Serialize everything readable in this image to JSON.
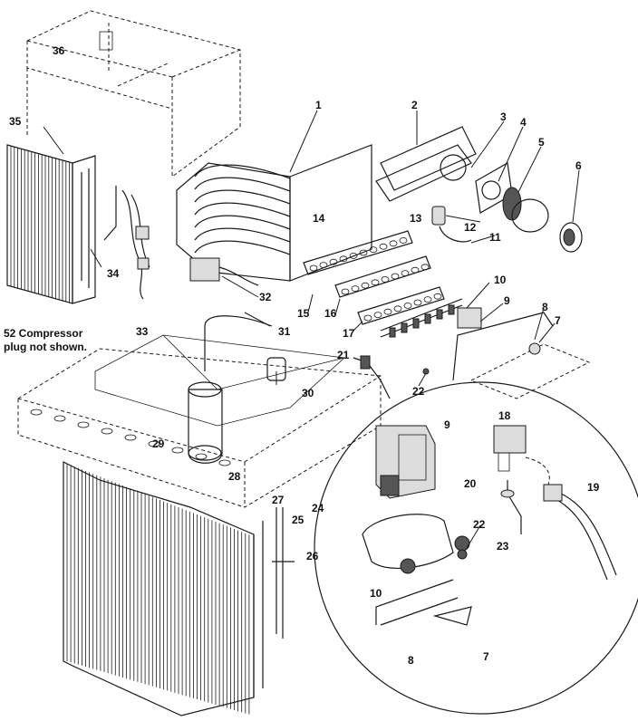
{
  "callouts": [
    {
      "id": "36",
      "text": "36"
    },
    {
      "id": "35",
      "text": "35"
    },
    {
      "id": "1",
      "text": "1"
    },
    {
      "id": "2",
      "text": "2"
    },
    {
      "id": "3",
      "text": "3"
    },
    {
      "id": "4",
      "text": "4"
    },
    {
      "id": "5",
      "text": "5"
    },
    {
      "id": "6",
      "text": "6"
    },
    {
      "id": "14",
      "text": "14"
    },
    {
      "id": "13",
      "text": "13"
    },
    {
      "id": "12",
      "text": "12"
    },
    {
      "id": "11",
      "text": "11"
    },
    {
      "id": "10a",
      "text": "10"
    },
    {
      "id": "9a",
      "text": "9"
    },
    {
      "id": "8a",
      "text": "8"
    },
    {
      "id": "7a",
      "text": "7"
    },
    {
      "id": "34",
      "text": "34"
    },
    {
      "id": "32",
      "text": "32"
    },
    {
      "id": "15",
      "text": "15"
    },
    {
      "id": "16",
      "text": "16"
    },
    {
      "id": "17",
      "text": "17"
    },
    {
      "id": "33",
      "text": "33"
    },
    {
      "id": "31",
      "text": "31"
    },
    {
      "id": "21",
      "text": "21"
    },
    {
      "id": "22a",
      "text": "22"
    },
    {
      "id": "30",
      "text": "30"
    },
    {
      "id": "29",
      "text": "29"
    },
    {
      "id": "28",
      "text": "28"
    },
    {
      "id": "27",
      "text": "27"
    },
    {
      "id": "25a",
      "text": "25"
    },
    {
      "id": "24",
      "text": "24"
    },
    {
      "id": "26",
      "text": "26"
    },
    {
      "id": "9b",
      "text": "9"
    },
    {
      "id": "18",
      "text": "18"
    },
    {
      "id": "20",
      "text": "20"
    },
    {
      "id": "19",
      "text": "19"
    },
    {
      "id": "22b",
      "text": "22"
    },
    {
      "id": "23",
      "text": "23"
    },
    {
      "id": "10b",
      "text": "10"
    },
    {
      "id": "8b",
      "text": "8"
    },
    {
      "id": "7b",
      "text": "7"
    }
  ],
  "note": {
    "line1": "52 Compressor",
    "line2": "plug not shown."
  }
}
